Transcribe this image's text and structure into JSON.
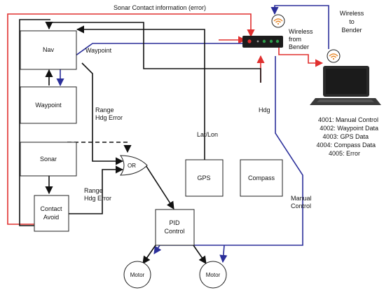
{
  "title": "Sonar Contact information (error)",
  "blocks": {
    "nav": "Nav",
    "waypoint": "Waypoint",
    "sonar": "Sonar",
    "contact_avoid": [
      "Contact",
      "Avoid"
    ],
    "gps": "GPS",
    "compass": "Compass",
    "pid": [
      "PID",
      "Control"
    ],
    "or_gate": "OR",
    "motor_left": "Motor",
    "motor_right": "Motor"
  },
  "edge_labels": {
    "waypoint": "Waypoint",
    "range_hdg_error_top": [
      "Range",
      "Hdg Error"
    ],
    "range_hdg_error_bottom": [
      "Range",
      "Hdg Error"
    ],
    "lat_lon": "Lat/Lon",
    "hdg": "Hdg",
    "manual_control": [
      "Manual",
      "Control"
    ],
    "wireless_from_bender": [
      "Wireless",
      "from",
      "Bender"
    ],
    "wireless_to_bender": [
      "Wireless",
      "to",
      "Bender"
    ]
  },
  "ports_legend": [
    "4001: Manual Control",
    "4002:  Waypoint Data",
    "4003: GPS Data",
    "4004:  Compass Data",
    "4005:  Error"
  ],
  "colors": {
    "red": "#e0302f",
    "blue": "#2b2f9a",
    "black": "#111111",
    "wifi_orange": "#e8892b"
  },
  "icons": [
    "wifi-icon",
    "laptop-icon",
    "router-icon"
  ]
}
